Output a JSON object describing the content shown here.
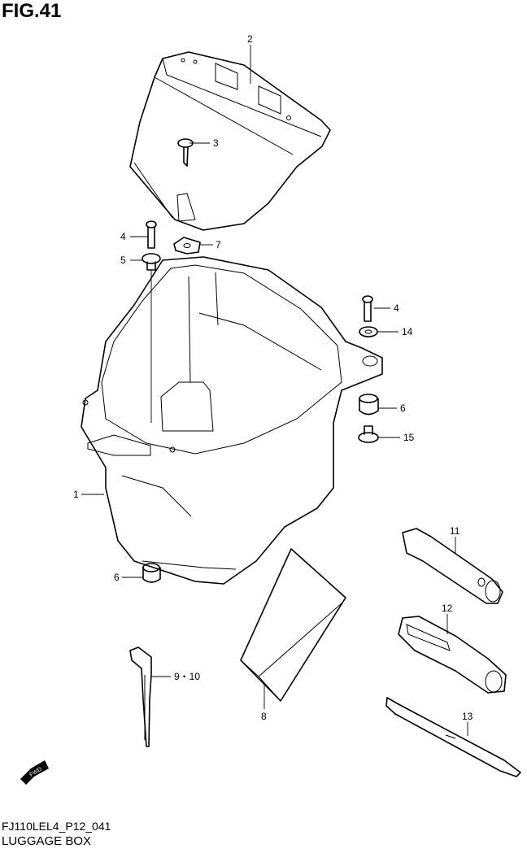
{
  "figure_title": "FIG.41",
  "figure_code": "FJ110LEL4_P12_041",
  "figure_name": "LUGGAGE BOX",
  "fwd_badge": "FWD",
  "callouts": {
    "c1": "1",
    "c2": "2",
    "c3": "3",
    "c4a": "4",
    "c4b": "4",
    "c5": "5",
    "c6a": "6",
    "c6b": "6",
    "c7": "7",
    "c8": "8",
    "c9_10": "9・10",
    "c11": "11",
    "c12": "12",
    "c13": "13",
    "c14": "14",
    "c15": "15"
  }
}
